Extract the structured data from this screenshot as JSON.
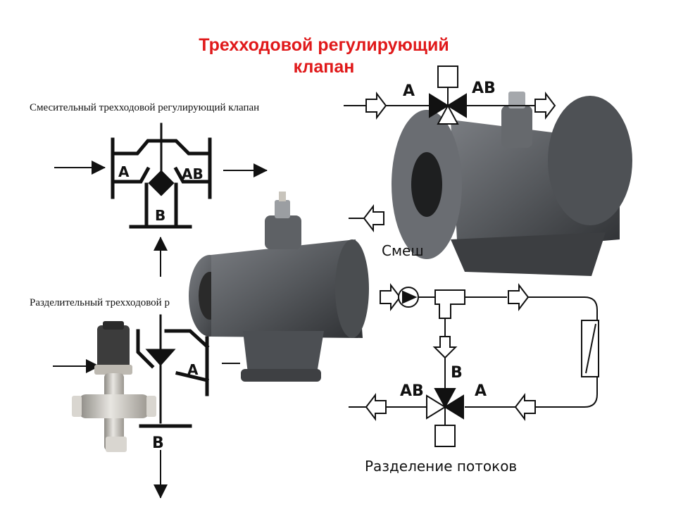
{
  "title": {
    "line1": "Трехходовой регулирующий",
    "line2": "клапан"
  },
  "left": {
    "mixing_caption": "Смесительный трехходовой регулирующий клапан",
    "diverting_caption": "Разделительный трехходовой р",
    "mixing_ports": {
      "a": "A",
      "ab": "AB",
      "b": "B"
    },
    "diverting_ports": {
      "a": "A",
      "b": "B"
    }
  },
  "right": {
    "mixing_ports": {
      "a": "A",
      "ab": "AB"
    },
    "mixing_caption": "Смеш",
    "diverting_ports": {
      "b": "B",
      "ab": "AB",
      "a": "A"
    },
    "diverting_caption": "Разделение потоков"
  },
  "colors": {
    "title": "#e0191a",
    "valve_body": "#55585c",
    "brass": "#c8c4bc"
  }
}
